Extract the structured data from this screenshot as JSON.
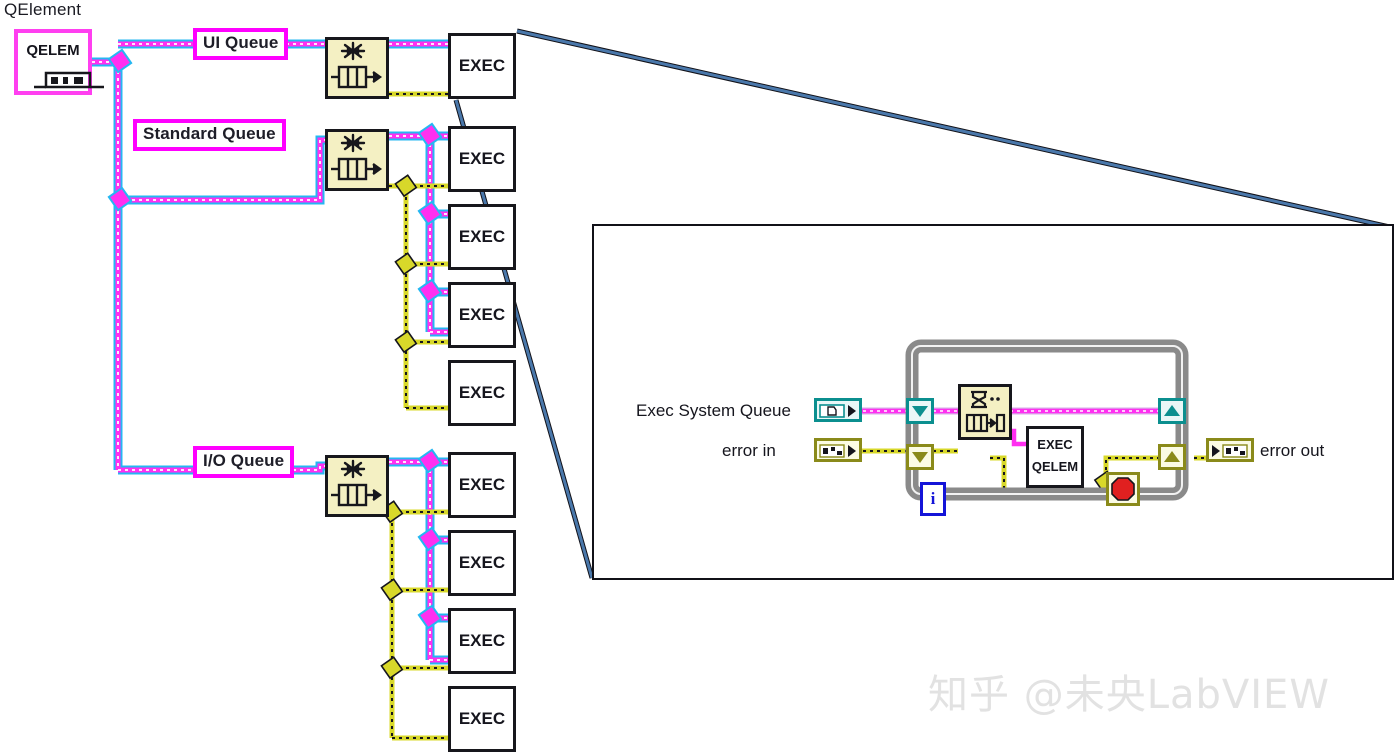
{
  "diagram": {
    "title_label": "QElement",
    "qelem_control": {
      "label": "QELEM",
      "icon": "queue-refnum-icon"
    },
    "queues": [
      {
        "id": "ui",
        "label": "UI Queue"
      },
      {
        "id": "standard",
        "label": "Standard Queue"
      },
      {
        "id": "io",
        "label": "I/O Queue"
      }
    ],
    "obtain_queue_vi": {
      "icon": "obtain-queue-icon",
      "tip": "Obtain Queue"
    },
    "exec_label": "EXEC",
    "exec_counts": {
      "ui": 1,
      "standard": 4,
      "io": 4
    },
    "wire_colors": {
      "queue_refnum": "#ff2ff0",
      "queue_refnum_highlight": "#24b7f2",
      "error_cluster": "#d8d82a",
      "callout": "#4a78ab",
      "callout_shadow": "#111118"
    }
  },
  "inset": {
    "name": "exec-system-detail",
    "terminals": {
      "queue_in": {
        "label": "Exec System Queue",
        "icon": "queue-refnum-terminal-icon",
        "color": "#0b8f8f"
      },
      "error_in": {
        "label": "error in",
        "icon": "error-cluster-terminal-icon",
        "color": "#8a8a1a"
      },
      "error_out": {
        "label": "error out",
        "icon": "error-cluster-terminal-icon",
        "color": "#8a8a1a"
      }
    },
    "loop": {
      "type": "while-loop",
      "iteration_label": "i",
      "stop_condition": "stop-button-icon",
      "tunnels": [
        "shift-in-queue",
        "shift-in-error",
        "shift-out-queue",
        "shift-out-error"
      ]
    },
    "nodes": [
      {
        "id": "dequeue",
        "icon": "dequeue-element-icon",
        "tip": "Dequeue Element"
      },
      {
        "id": "exec_qelem",
        "line1": "EXEC",
        "line2": "QELEM",
        "tip": "Exec QElement subVI"
      }
    ]
  },
  "watermark": {
    "text": "知乎 @未央LabVIEW"
  }
}
